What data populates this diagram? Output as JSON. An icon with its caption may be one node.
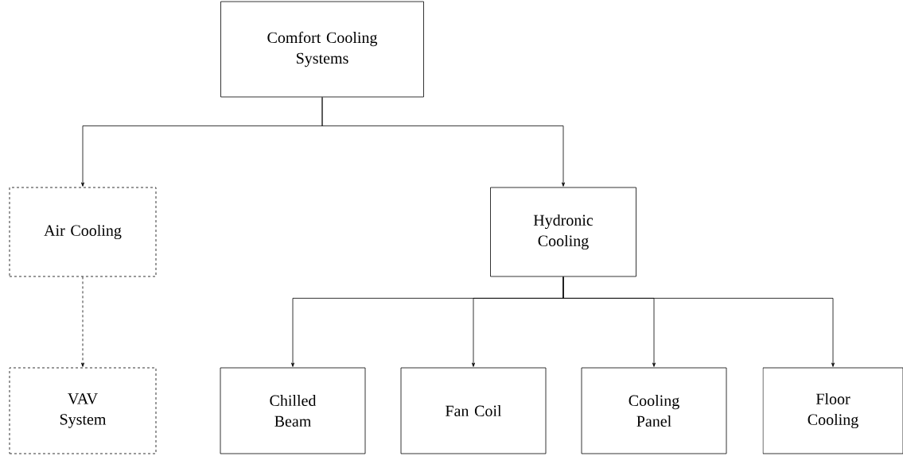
{
  "diagram": {
    "nodes": [
      {
        "text": [
          "Comfort Cooling Systems"
        ]
      },
      {
        "text": [
          "Air Cooling"
        ]
      },
      {
        "text": [
          "Hydronic Cooling"
        ]
      },
      {
        "text": [
          "VAV System"
        ]
      },
      {
        "text": [
          "Chilled Beam"
        ]
      },
      {
        "text": [
          "Fan Coil"
        ]
      },
      {
        "text": [
          "Cooling Panel"
        ]
      },
      {
        "text": [
          "Floor Cooling"
        ]
      }
    ],
    "edges": [
      {
        "from": 0,
        "to": 1,
        "arrow": "to"
      },
      {
        "from": 0,
        "to": 2,
        "arrow": "to"
      },
      {
        "from": 1,
        "to": 3,
        "arrow": "to",
        "style": "dashed"
      },
      {
        "from": 2,
        "to": 4,
        "arrow": "to"
      },
      {
        "from": 2,
        "to": 5,
        "arrow": "to"
      },
      {
        "from": 2,
        "to": 6,
        "arrow": "to"
      },
      {
        "from": 2,
        "to": 7,
        "arrow": "to"
      }
    ]
  }
}
